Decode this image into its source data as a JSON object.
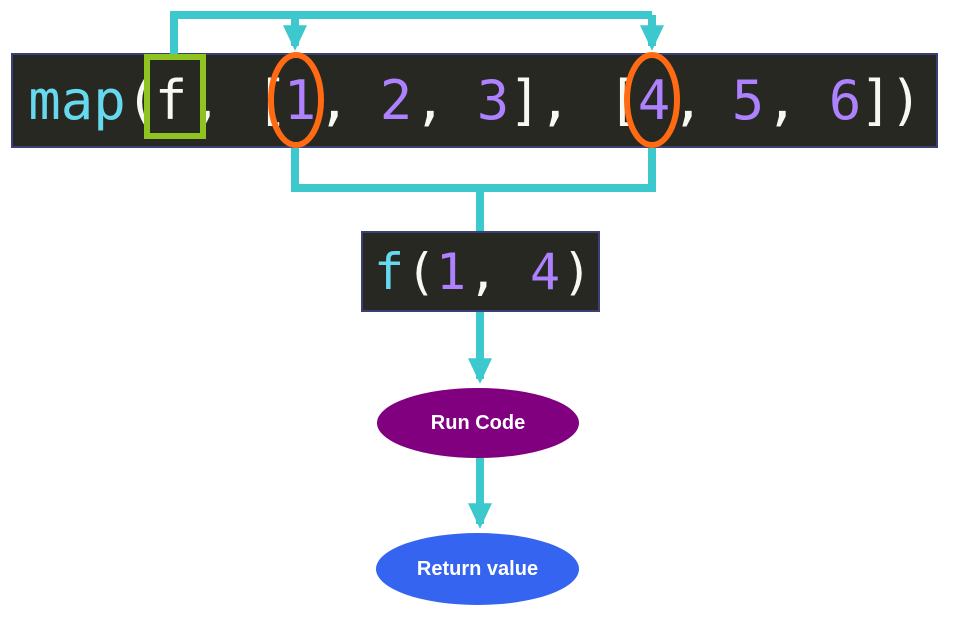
{
  "main_code": {
    "tokens": [
      "map",
      "(",
      "f",
      ",",
      "[",
      "1",
      ",",
      "2",
      ",",
      "3",
      "]",
      ",",
      "[",
      "4",
      ",",
      "5",
      ",",
      "6",
      "]",
      ")"
    ]
  },
  "call_code": {
    "tokens": [
      "f",
      "(",
      "1",
      ",",
      "4",
      ")"
    ]
  },
  "nodes": {
    "run_label": "Run Code",
    "return_label": "Return value"
  },
  "colors": {
    "connector": "#3cc8cc",
    "function_highlight": "#8fc31f",
    "value_highlight": "#ff6a13",
    "run_node": "#800080",
    "return_node": "#3464f0",
    "code_background": "#272822"
  }
}
